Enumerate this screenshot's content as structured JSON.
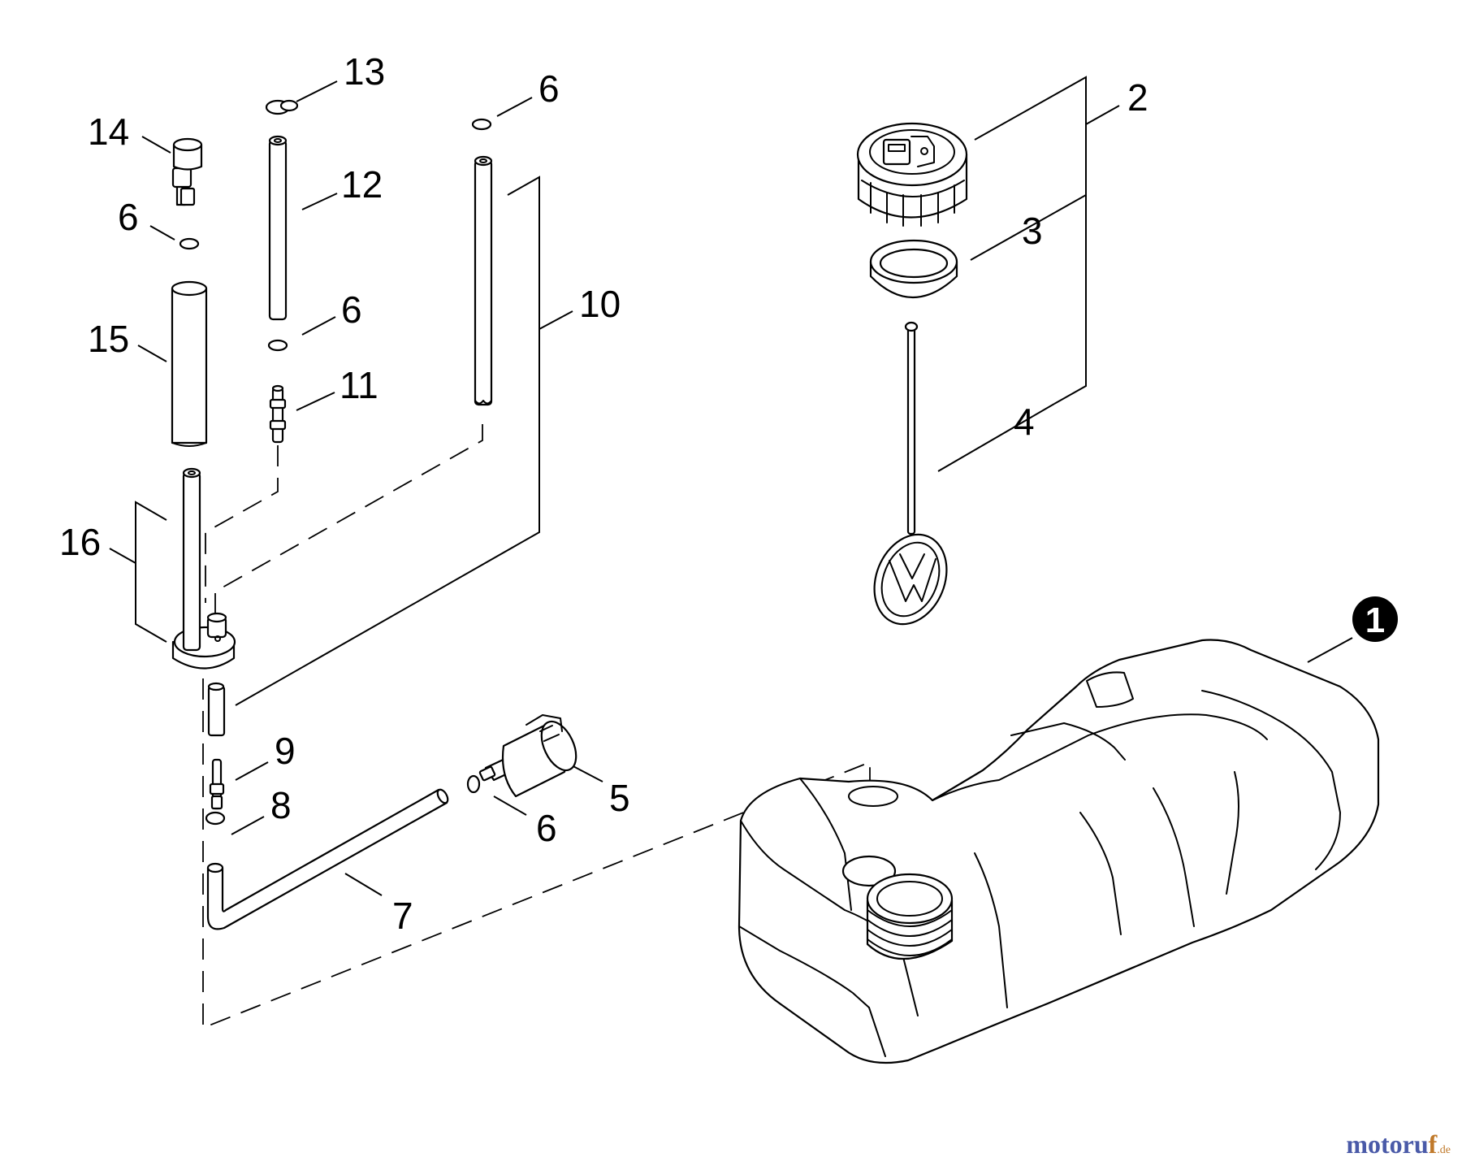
{
  "callouts": {
    "c1": "1",
    "c2": "2",
    "c3": "3",
    "c4": "4",
    "c5": "5",
    "c6a": "6",
    "c6b": "6",
    "c6c": "6",
    "c6d": "6",
    "c7": "7",
    "c8": "8",
    "c9": "9",
    "c10": "10",
    "c11": "11",
    "c12": "12",
    "c13": "13",
    "c14": "14",
    "c15": "15",
    "c16": "16"
  },
  "watermark": {
    "brand_main": "motoru",
    "brand_accent": "f",
    "tld": ".de"
  }
}
